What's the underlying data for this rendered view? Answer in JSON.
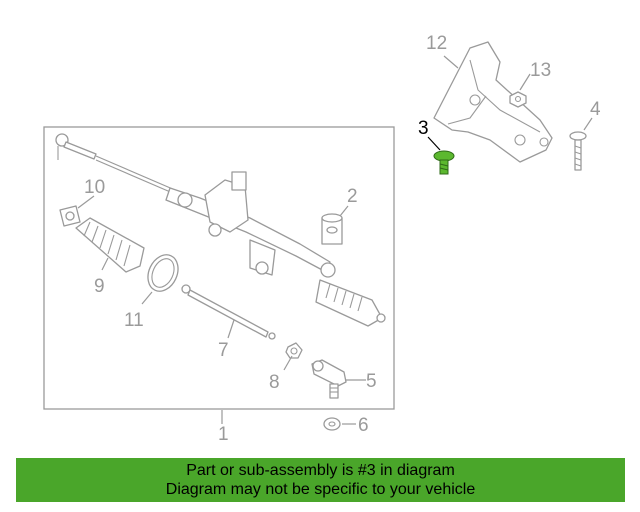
{
  "diagram": {
    "callouts": {
      "c1": "1",
      "c2": "2",
      "c3": "3",
      "c4": "4",
      "c5": "5",
      "c6": "6",
      "c7": "7",
      "c8": "8",
      "c9": "9",
      "c10": "10",
      "c11": "11",
      "c12": "12",
      "c13": "13"
    },
    "highlight_color": "#5cb82f",
    "highlighted_part": "3"
  },
  "banner": {
    "line1": "Part or sub-assembly is #3 in diagram",
    "line2": "Diagram may not be specific to your vehicle",
    "background": "#4aa62a"
  }
}
